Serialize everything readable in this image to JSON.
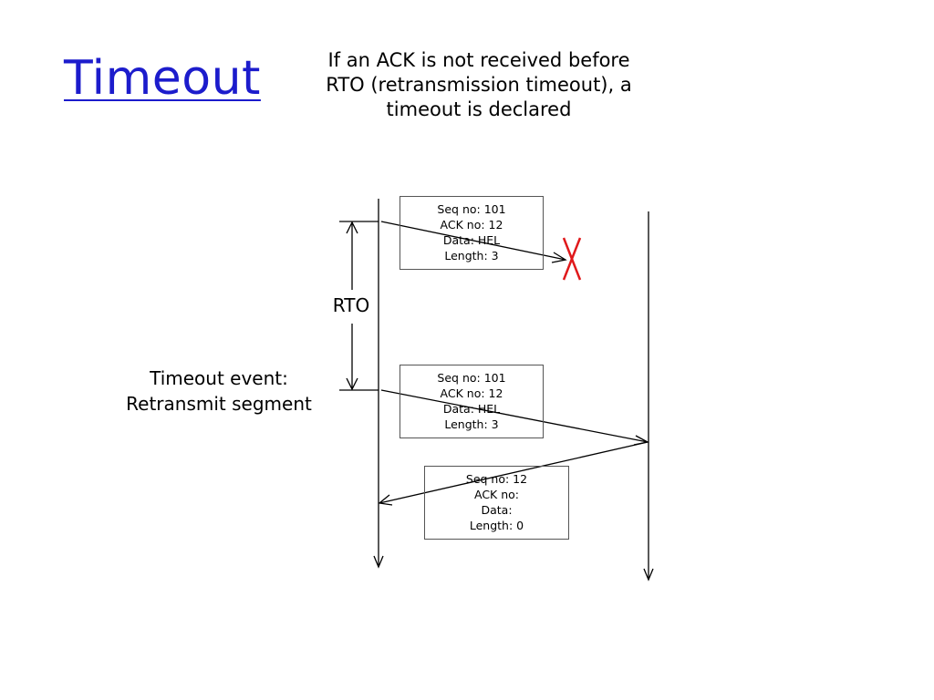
{
  "slide": {
    "title": "Timeout",
    "subtitle_lines": [
      "If an ACK is not received before",
      "RTO (retransmission timeout), a",
      "timeout is declared"
    ]
  },
  "diagram": {
    "rto_label": "RTO",
    "event_lines": [
      "Timeout event:",
      "Retransmit segment"
    ],
    "segments": [
      {
        "seq": "Seq no: 101",
        "ack": "ACK no: 12",
        "data": "Data: HEL",
        "length": "Length: 3"
      },
      {
        "seq": "Seq no: 101",
        "ack": "ACK no: 12",
        "data": "Data: HEL",
        "length": "Length: 3"
      },
      {
        "seq": "Seq no: 12",
        "ack": "ACK no:",
        "data": "Data:",
        "length": "Length: 0"
      }
    ],
    "colors": {
      "title": "#1c1ccc",
      "lost_mark": "#e0191b",
      "lines": "#000000"
    }
  }
}
